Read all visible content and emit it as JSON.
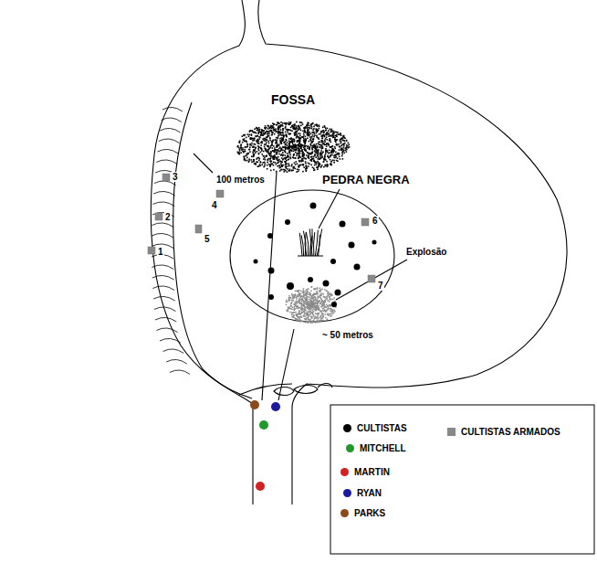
{
  "diagram": {
    "labels": [
      "FOSSA",
      "PEDRA NEGRA",
      "100 metros",
      "4",
      "5",
      "3",
      "2",
      "1",
      "6",
      "7",
      "Explosão",
      "~ 50 metros"
    ],
    "legend": [
      {
        "text": "CULTISTAS",
        "color": "#000000"
      },
      {
        "text": "MITCHELL",
        "color": "#1f9a2a"
      },
      {
        "text": "MARTIN",
        "color": "#d42020"
      },
      {
        "text": "RYAN",
        "color": "#1a1aa0"
      },
      {
        "text": "PARKS",
        "color": "#8b4a1a"
      },
      {
        "text": "CULTISTAS ARMADOS",
        "color": "#888888"
      }
    ]
  }
}
